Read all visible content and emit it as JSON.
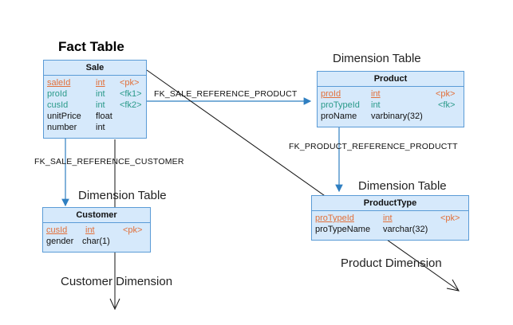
{
  "captions": {
    "fact_table": "Fact Table",
    "dimension_product": "Dimension Table",
    "dimension_customer": "Dimension Table",
    "dimension_producttype": "Dimension Table",
    "product_dimension": "Product Dimension",
    "customer_dimension": "Customer Dimension"
  },
  "relationships": {
    "sale_product": "FK_SALE_REFERENCE_PRODUCT",
    "sale_customer": "FK_SALE_REFERENCE_CUSTOMER",
    "product_producttype": "FK_PRODUCT_REFERENCE_PRODUCTT"
  },
  "entities": {
    "sale": {
      "title": "Sale",
      "columns": [
        {
          "name": "saleId",
          "type": "int",
          "key": "<pk>"
        },
        {
          "name": "proId",
          "type": "int",
          "key": "<fk1>"
        },
        {
          "name": "cusId",
          "type": "int",
          "key": "<fk2>"
        },
        {
          "name": "unitPrice",
          "type": "float",
          "key": ""
        },
        {
          "name": "number",
          "type": "int",
          "key": ""
        }
      ]
    },
    "product": {
      "title": "Product",
      "columns": [
        {
          "name": "proId",
          "type": "int",
          "key": "<pk>"
        },
        {
          "name": "proTypeId",
          "type": "int",
          "key": "<fk>"
        },
        {
          "name": "proName",
          "type": "varbinary(32)",
          "key": ""
        }
      ]
    },
    "customer": {
      "title": "Customer",
      "columns": [
        {
          "name": "cusId",
          "type": "int",
          "key": "<pk>"
        },
        {
          "name": "gender",
          "type": "char(1)",
          "key": ""
        }
      ]
    },
    "producttype": {
      "title": "ProductType",
      "columns": [
        {
          "name": "proTypeId",
          "type": "int",
          "key": "<pk>"
        },
        {
          "name": "proTypeName",
          "type": "varchar(32)",
          "key": ""
        }
      ]
    }
  },
  "colors": {
    "entity_fill": "#d6e9fb",
    "entity_border": "#5a9bd6",
    "primary_key": "#e2703a",
    "foreign_key": "#2a9a8a",
    "connector": "#2f7fc1"
  }
}
